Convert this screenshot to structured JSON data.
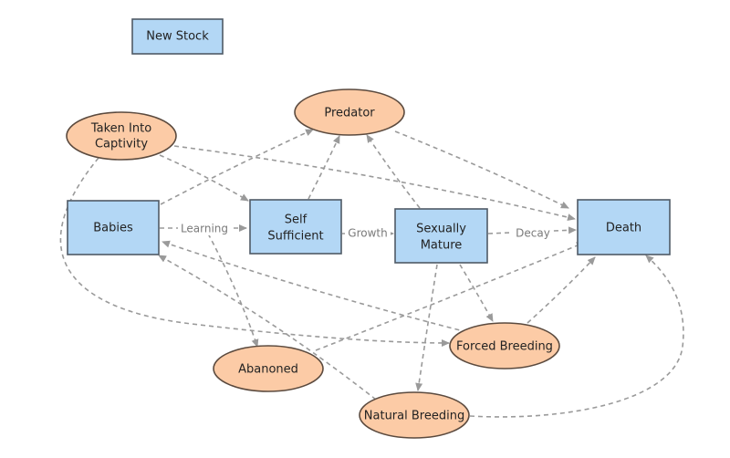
{
  "toolbar": {
    "new_stock_label": "New Stock"
  },
  "stocks": {
    "babies": "Babies",
    "self_sufficient": [
      "Self",
      "Sufficient"
    ],
    "sexually_mature": [
      "Sexually",
      "Mature"
    ],
    "death": "Death"
  },
  "variables": {
    "predator": "Predator",
    "taken_into_captivity": [
      "Taken Into",
      "Captivity"
    ],
    "abanoned": "Abanoned",
    "forced_breeding": "Forced Breeding",
    "natural_breeding": "Natural Breeding"
  },
  "flows": {
    "learning": "Learning",
    "growth": "Growth",
    "decay": "Decay"
  },
  "colors": {
    "stock_fill": "#b3d7f5",
    "variable_fill": "#fccba6",
    "link_stroke": "#9a9a9a"
  }
}
